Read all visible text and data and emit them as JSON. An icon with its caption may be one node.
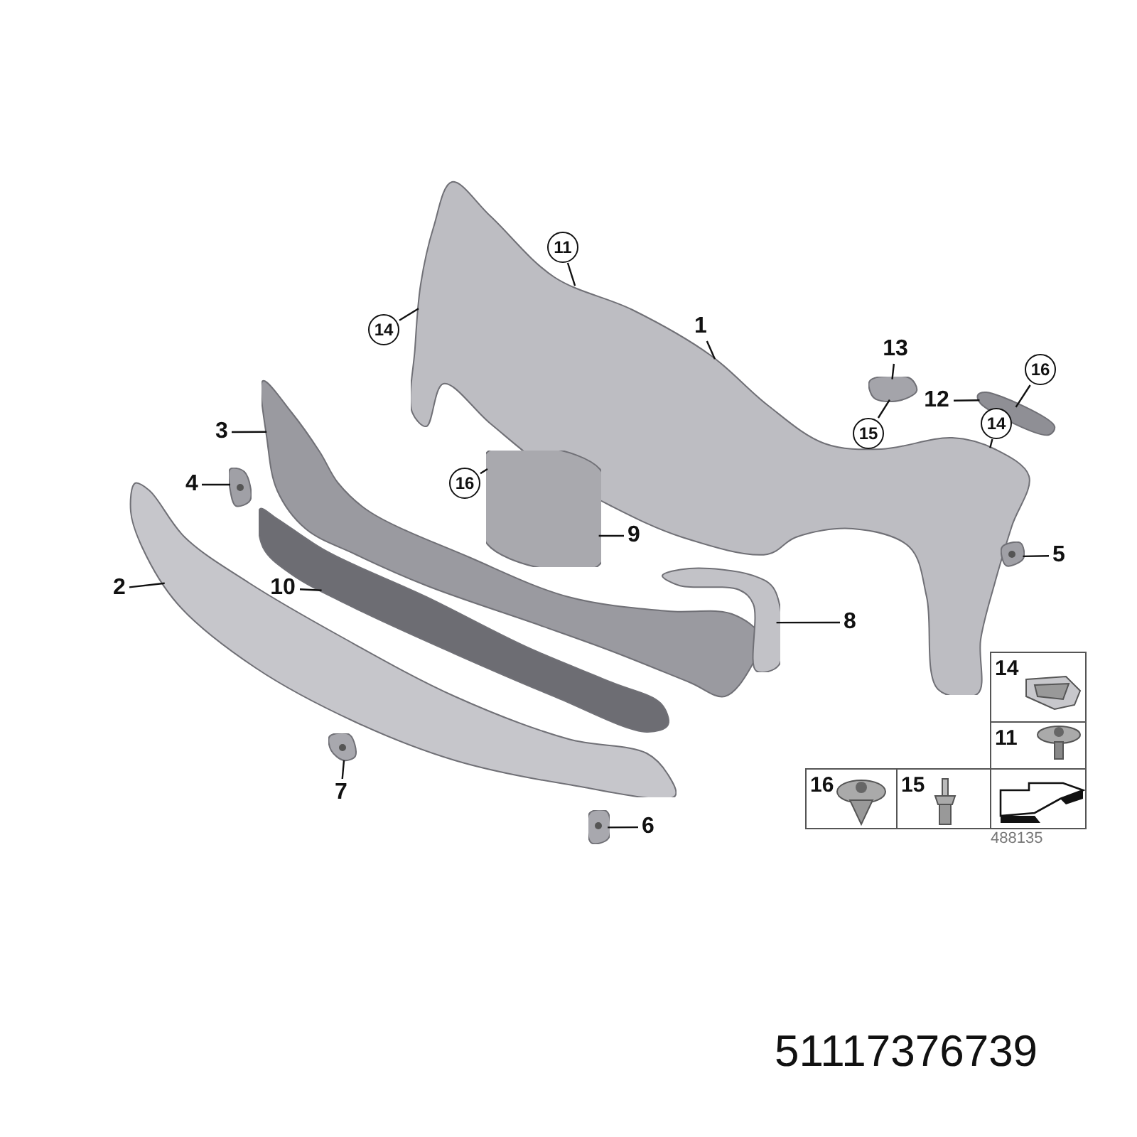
{
  "diagram": {
    "nodes": [
      {
        "text": [
          "11"
        ]
      },
      {
        "text": [
          "14"
        ]
      },
      {
        "text": [
          "1"
        ]
      },
      {
        "text": [
          "13"
        ]
      },
      {
        "text": [
          "16"
        ]
      },
      {
        "text": [
          "12"
        ]
      },
      {
        "text": [
          "15"
        ]
      },
      {
        "text": [
          "14"
        ]
      },
      {
        "text": [
          "3"
        ]
      },
      {
        "text": [
          "4"
        ]
      },
      {
        "text": [
          "16"
        ]
      },
      {
        "text": [
          "9"
        ]
      },
      {
        "text": [
          "5"
        ]
      },
      {
        "text": [
          "2"
        ]
      },
      {
        "text": [
          "10"
        ]
      },
      {
        "text": [
          "8"
        ]
      },
      {
        "text": [
          "7"
        ]
      },
      {
        "text": [
          "6"
        ]
      },
      {
        "text": [],
        "shape": "picture"
      },
      {
        "text": [],
        "shape": "picture"
      },
      {
        "text": [],
        "shape": "picture"
      },
      {
        "text": [],
        "shape": "picture"
      },
      {
        "text": [],
        "shape": "picture"
      },
      {
        "text": [],
        "shape": "picture"
      },
      {
        "text": [],
        "shape": "picture"
      },
      {
        "text": [],
        "shape": "picture"
      },
      {
        "text": [],
        "shape": "picture"
      },
      {
        "text": [],
        "shape": "picture"
      },
      {
        "text": [],
        "shape": "picture"
      },
      {
        "text": [],
        "shape": "picture"
      }
    ],
    "edges": [
      {
        "from": 0,
        "to": 18,
        "arrow": "none"
      },
      {
        "from": 1,
        "to": 18,
        "arrow": "none"
      },
      {
        "from": 2,
        "to": 18,
        "arrow": "none"
      },
      {
        "from": 3,
        "to": 29,
        "arrow": "none"
      },
      {
        "from": 4,
        "to": 28,
        "arrow": "none"
      },
      {
        "from": 5,
        "to": 28,
        "arrow": "none"
      },
      {
        "from": 6,
        "to": 29,
        "arrow": "none"
      },
      {
        "from": 7,
        "to": 18,
        "arrow": "none"
      },
      {
        "from": 8,
        "to": 20,
        "arrow": "none"
      },
      {
        "from": 9,
        "to": 21,
        "arrow": "none"
      },
      {
        "from": 10,
        "to": 26,
        "arrow": "none"
      },
      {
        "from": 11,
        "to": 26,
        "arrow": "none"
      },
      {
        "from": 12,
        "to": 22,
        "arrow": "none"
      },
      {
        "from": 13,
        "to": 19,
        "arrow": "none"
      },
      {
        "from": 14,
        "to": 27,
        "arrow": "none"
      },
      {
        "from": 15,
        "to": 25,
        "arrow": "none"
      },
      {
        "from": 16,
        "to": 24,
        "arrow": "none"
      },
      {
        "from": 17,
        "to": 23,
        "arrow": "none"
      }
    ],
    "labels": [
      "14",
      "11",
      "16",
      "15",
      "488135",
      "51117376739"
    ]
  }
}
